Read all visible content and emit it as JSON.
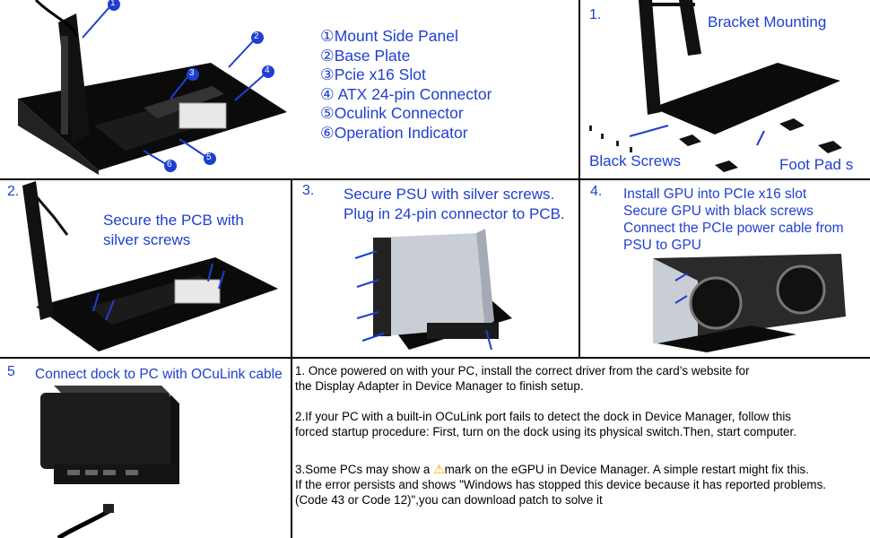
{
  "panel1": {
    "legend": [
      {
        "num": "①",
        "label": "Mount Side Panel"
      },
      {
        "num": "②",
        "label": "Base Plate"
      },
      {
        "num": "③",
        "label": "Pcie x16 Slot"
      },
      {
        "num": "④",
        "label": " ATX 24-pin Connector"
      },
      {
        "num": "⑤",
        "label": "Oculink Connector"
      },
      {
        "num": "⑥",
        "label": "Operation Indicator"
      }
    ],
    "callouts": [
      "1",
      "2",
      "3",
      "4",
      "5",
      "6"
    ]
  },
  "step1": {
    "number": "1.",
    "title": "Bracket Mounting",
    "screws_label": "Black Screws",
    "pads_label": "Foot Pad s"
  },
  "step2": {
    "number": "2.",
    "line1": "Secure the PCB with",
    "line2": "silver screws"
  },
  "step3": {
    "number": "3.",
    "line1": "Secure PSU with silver screws.",
    "line2": "Plug in 24-pin connector to PCB."
  },
  "step4": {
    "number": "4.",
    "line1": "Install GPU into PCIe x16 slot",
    "line2": "Secure GPU with black screws",
    "line3": "Connect the PCIe power cable from",
    "line4": "PSU to GPU"
  },
  "step5": {
    "number": "5",
    "title": "Connect dock to PC with OCuLink cable"
  },
  "notes": {
    "n1_line1": "1. Once powered on with your PC, install the correct driver from the card’s website for",
    "n1_line2": "the Display Adapter in Device Manager to finish setup.",
    "n2_line1": "2.If your PC  with a built-in OCuLink port fails to detect the dock in Device Manager, follow this",
    "n2_line2": "forced startup procedure: First, turn on the dock using its physical switch.Then, start computer.",
    "n3_line1a": "3.Some PCs may show a ",
    "n3_line1b": "mark on the eGPU in Device Manager. A simple restart might fix this.",
    "n3_line2": "If the error persists and shows \"Windows has stopped this device because it has reported problems.",
    "n3_line3": "(Code 43 or Code 12)\",you can download patch to solve it"
  },
  "colors": {
    "accent": "#1f3fd0",
    "border": "#000000",
    "warning": "#f2b400"
  }
}
